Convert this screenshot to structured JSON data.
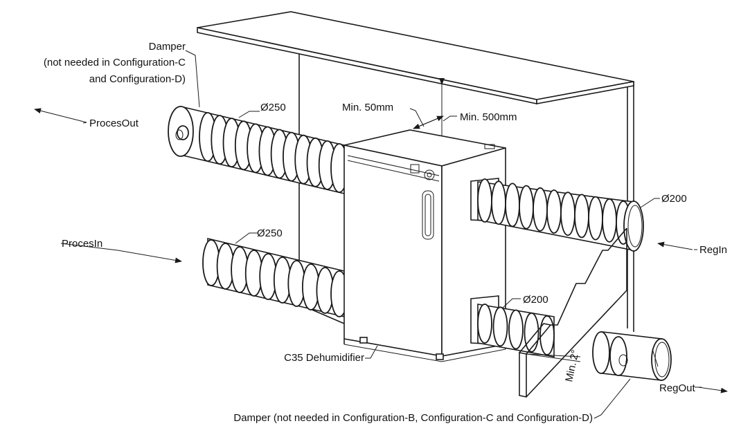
{
  "labels": {
    "damper_top_line1": "Damper",
    "damper_top_line2": "(not needed in Configuration-C",
    "damper_top_line3": "and Configuration-D)",
    "proces_out": "ProcesOut",
    "proces_in": "ProcesIn",
    "reg_in": "RegIn",
    "reg_out": "RegOut",
    "dim_250_top": "Ø250",
    "dim_250_bottom": "Ø250",
    "dim_200_top": "Ø200",
    "dim_200_bottom": "Ø200",
    "min_50": "Min. 50mm",
    "min_500": "Min. 500mm",
    "min_2deg": "Min. 2°",
    "unit_name": "C35 Dehumidifier",
    "damper_bottom": "Damper (not needed in Configuration-B, Configuration-C and Configuration-D)"
  }
}
